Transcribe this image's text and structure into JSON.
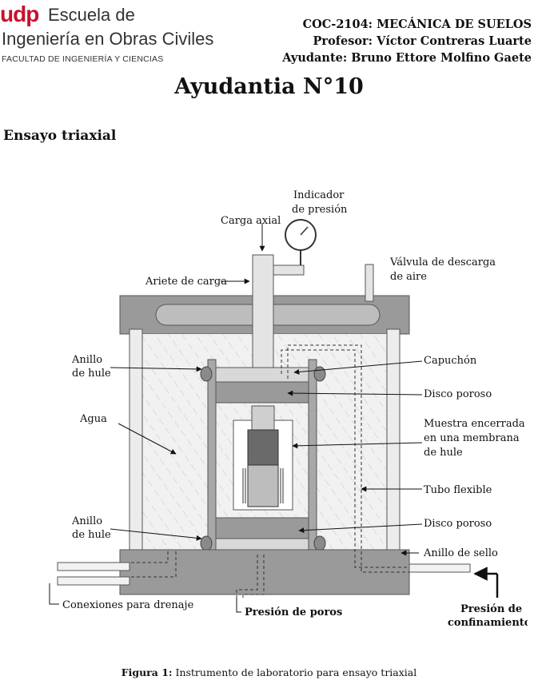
{
  "header": {
    "logo_udp": "udp",
    "logo_line1": "Escuela de",
    "logo_line2": "Ingeniería en Obras Civiles",
    "logo_line3": "FACULTAD DE INGENIERÍA Y CIENCIAS",
    "course": "COC-2104: MECÁNICA DE SUELOS",
    "professor": "Profesor: Víctor Contreras Luarte",
    "assistant": "Ayudante: Bruno Ettore Molfino Gaete"
  },
  "title": "Ayudantia N°10",
  "section": "Ensayo triaxial",
  "figure": {
    "labels": {
      "indicador_1": "Indicador",
      "indicador_2": "de presión",
      "carga_axial": "Carga axial",
      "valvula_1": "Válvula de descarga",
      "valvula_2": "de aire",
      "ariete": "Ariete de carga",
      "anillo_top_1": "Anillo",
      "anillo_top_2": "de hule",
      "capuchon": "Capuchón",
      "disco_top": "Disco poroso",
      "agua": "Agua",
      "muestra_1": "Muestra encerrada",
      "muestra_2": "en una membrana",
      "muestra_3": "de hule",
      "tubo": "Tubo flexible",
      "anillo_bot_1": "Anillo",
      "anillo_bot_2": "de hule",
      "disco_bot": "Disco poroso",
      "anillo_sello": "Anillo de sello",
      "conexiones": "Conexiones para drenaje",
      "presion_poros": "Presión de poros",
      "presion_conf_1": "Presión de",
      "presion_conf_2": "confinamiento"
    }
  },
  "caption": {
    "label": "Figura 1:",
    "text": " Instrumento de laboratorio para ensayo triaxial"
  }
}
